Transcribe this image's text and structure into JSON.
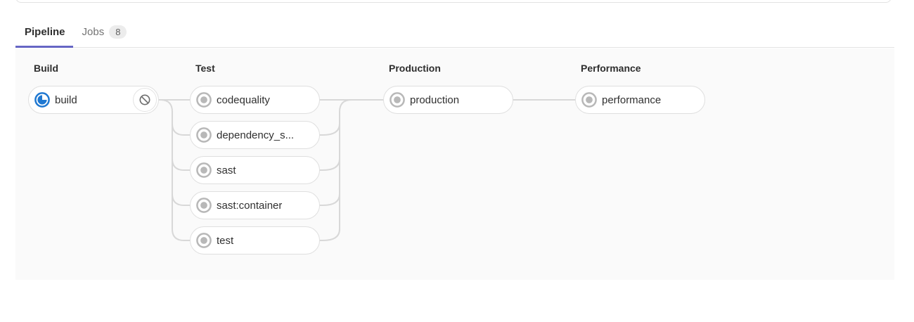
{
  "tabs": {
    "pipeline_label": "Pipeline",
    "jobs_label": "Jobs",
    "jobs_count": "8"
  },
  "pipeline": {
    "stages": [
      {
        "name": "Build",
        "jobs": [
          {
            "name": "build",
            "status": "running",
            "action": "cancel"
          }
        ]
      },
      {
        "name": "Test",
        "jobs": [
          {
            "name": "codequality",
            "status": "created"
          },
          {
            "name": "dependency_s...",
            "status": "created"
          },
          {
            "name": "sast",
            "status": "created"
          },
          {
            "name": "sast:container",
            "status": "created"
          },
          {
            "name": "test",
            "status": "created"
          }
        ]
      },
      {
        "name": "Production",
        "jobs": [
          {
            "name": "production",
            "status": "created"
          }
        ]
      },
      {
        "name": "Performance",
        "jobs": [
          {
            "name": "performance",
            "status": "created"
          }
        ]
      }
    ]
  },
  "icons": {
    "running": "running-status-icon",
    "created": "created-status-icon",
    "cancel": "cancel-no-entry-icon"
  },
  "colors": {
    "accent_indigo": "#6666c4",
    "running_blue": "#1f78d1",
    "created_gray": "#b8b8b8",
    "connector_gray": "#d8d8d8",
    "graph_bg": "#fafafa",
    "pill_border": "#dfdfdf"
  }
}
